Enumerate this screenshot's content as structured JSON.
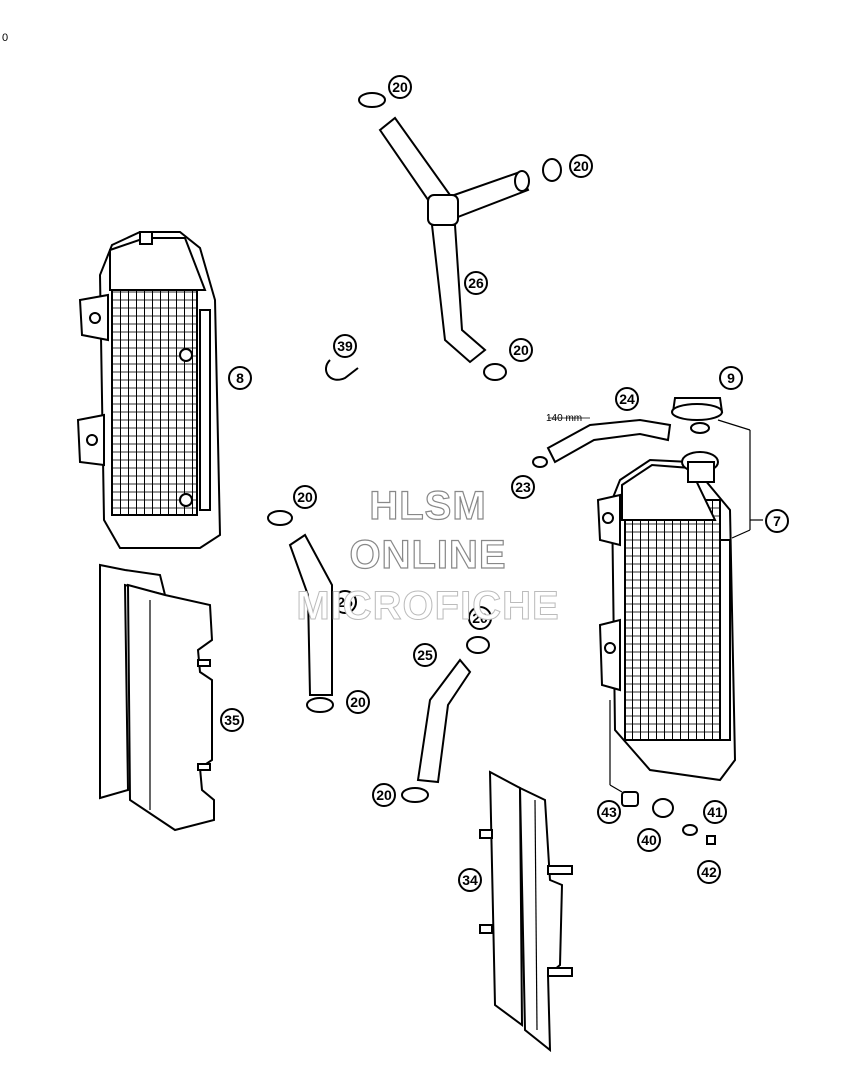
{
  "corner_label": "0",
  "callouts": {
    "c20a": "20",
    "c20b": "20",
    "c20c": "20",
    "c20d": "20",
    "c20e": "20",
    "c20f": "20",
    "c20g": "20",
    "c26": "26",
    "c39": "39",
    "c8": "8",
    "c9": "9",
    "c24": "24",
    "c23": "23",
    "c7": "7",
    "c25a": "25",
    "c25b": "25",
    "c35": "35",
    "c43": "43",
    "c41": "41",
    "c40": "40",
    "c42": "42",
    "c34": "34"
  },
  "dimension_label": "140 mm",
  "watermark": {
    "line1": "HLSM",
    "line2": "ONLINE",
    "line3": "MICROFICHE"
  }
}
